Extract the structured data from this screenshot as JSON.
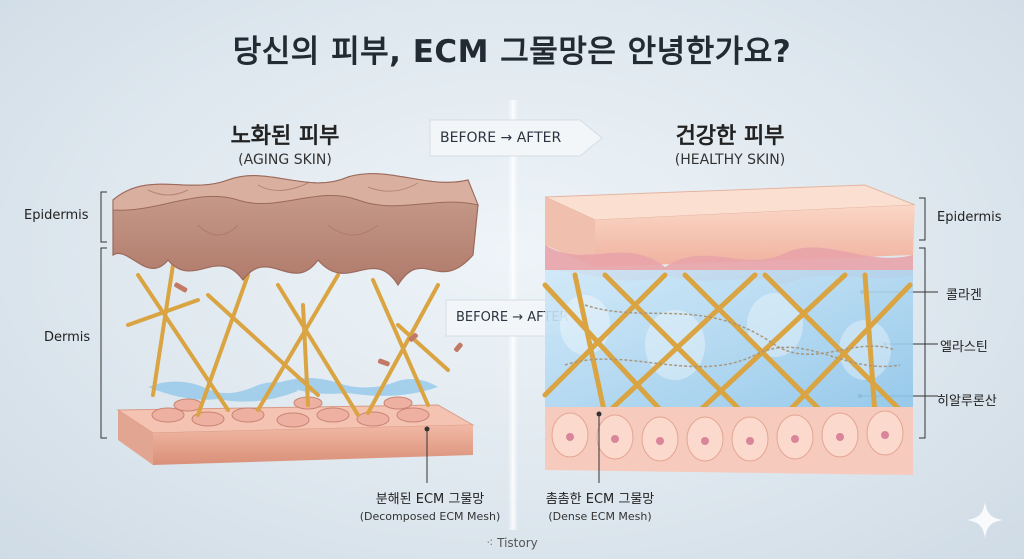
{
  "title": "당신의 피부, ECM 그물망은 안녕한가요?",
  "left": {
    "title": "노화된 피부",
    "subtitle": "(AGING SKIN)",
    "caption": "분해된 ECM 그물망",
    "caption_en": "(Decomposed ECM Mesh)"
  },
  "right": {
    "title": "건강한 피부",
    "subtitle": "(HEALTHY SKIN)",
    "caption": "촘촘한 ECM 그물망",
    "caption_en": "(Dense ECM Mesh)"
  },
  "arrows": {
    "top": "BEFORE → AFTER",
    "middle": "BEFORE → AFTER"
  },
  "layer_labels": {
    "epidermis_left": "Epidermis",
    "dermis_left": "Dermis",
    "epidermis_right": "Epidermis"
  },
  "component_labels": {
    "collagen": "콜라겐",
    "elastin": "엘라스틴",
    "hyaluronic_acid": "히알루론산"
  },
  "footer": "Tistory",
  "colors": {
    "background": "#dfe8ef",
    "collagen": "#d9a441",
    "epidermis": "#e8b3a3",
    "hyaluronic": "#8fc6ea",
    "cells": "#f0b8a8"
  }
}
